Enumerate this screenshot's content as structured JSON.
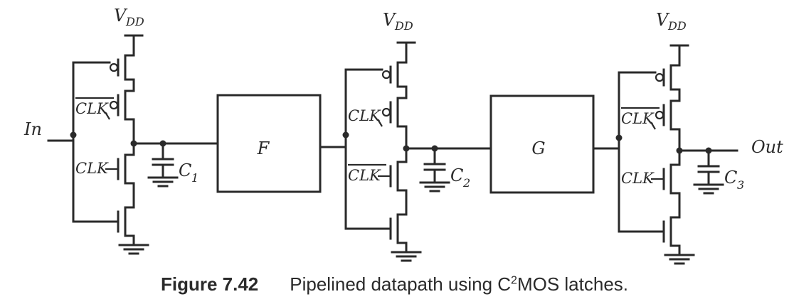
{
  "labels": {
    "input": "In",
    "output": "Out",
    "supply": "V",
    "supply_sub": "DD",
    "clock": "CLK",
    "block_f": "F",
    "block_g": "G",
    "cap_letter": "C",
    "cap1_sub": "1",
    "cap2_sub": "2",
    "cap3_sub": "3"
  },
  "caption": {
    "number": "Figure 7.42",
    "text_before": "Pipelined datapath using C",
    "superscript": "2",
    "text_after": "MOS latches."
  },
  "stages": [
    {
      "name": "stage-1",
      "upper_clock_inverted": true,
      "capacitor_sub": "1"
    },
    {
      "name": "stage-2",
      "upper_clock_inverted": false,
      "capacitor_sub": "2"
    },
    {
      "name": "stage-3",
      "upper_clock_inverted": true,
      "capacitor_sub": "3"
    }
  ]
}
